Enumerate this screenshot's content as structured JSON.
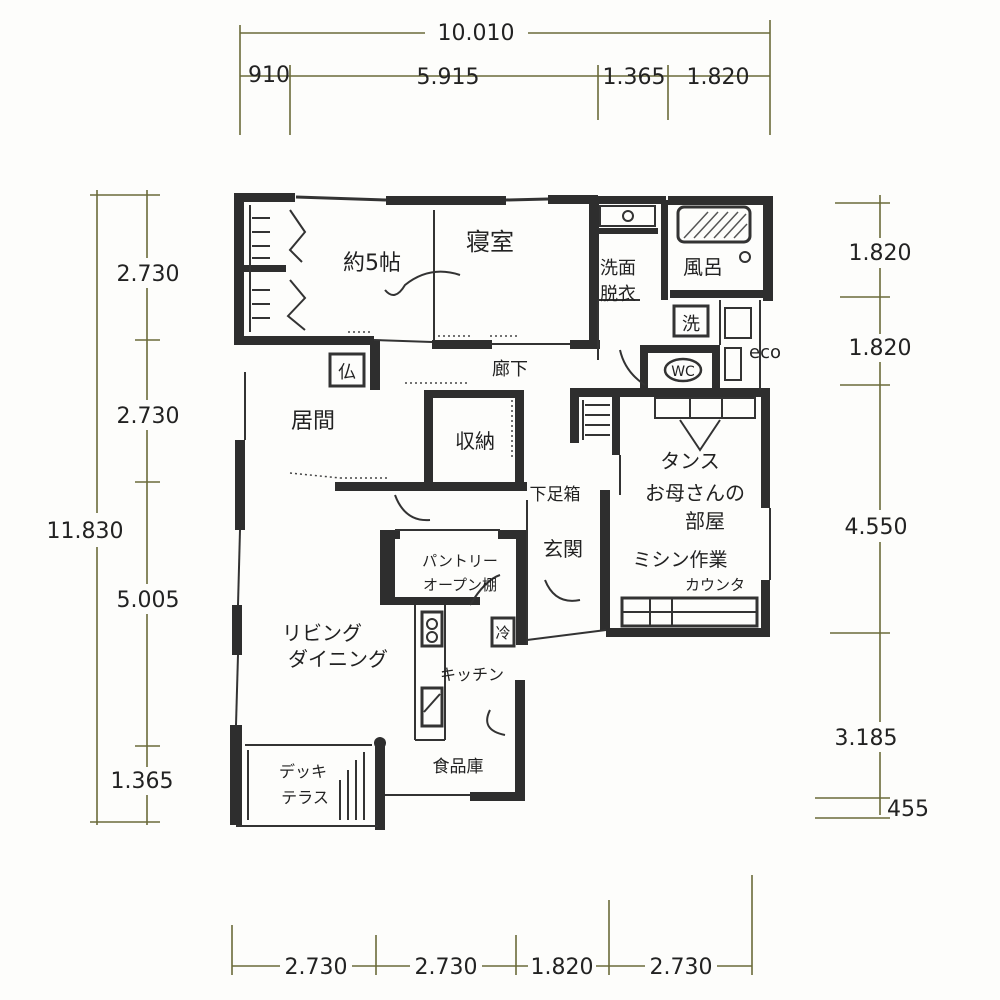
{
  "dimensions": {
    "top_total": "10.010",
    "top_segments": [
      "910",
      "5.915",
      "1.365",
      "1.820"
    ],
    "left_total": "11.830",
    "left_segments": [
      "2.730",
      "2.730",
      "5.005",
      "1.365"
    ],
    "right_segments": [
      "1.820",
      "1.820",
      "4.550",
      "3.185",
      "455"
    ],
    "bottom_segments": [
      "2.730",
      "2.730",
      "1.820",
      "2.730"
    ]
  },
  "rooms": {
    "bedroom": "寝室",
    "about_5": "約5帖",
    "japanese_room": "居間",
    "altar": "仏",
    "hallway": "廊下",
    "storage": "収納",
    "washroom_1": "洗面",
    "washroom_2": "脱衣",
    "bath": "風呂",
    "washer": "洗",
    "wc": "WC",
    "eco": "eco",
    "wardrobe": "タンス",
    "mother_room_1": "お母さんの",
    "mother_room_2": "部屋",
    "sewing_1": "ミシン作業",
    "sewing_2": "カウンタ",
    "shoe_box": "下足箱",
    "entrance": "玄関",
    "pantry_1": "パントリー",
    "pantry_2": "オープン棚",
    "fridge": "冷",
    "kitchen": "キッチン",
    "living_1": "リビング",
    "living_2": "ダイニング",
    "pantry_store": "食品庫",
    "deck_1": "デッキ",
    "deck_2": "テラス"
  }
}
